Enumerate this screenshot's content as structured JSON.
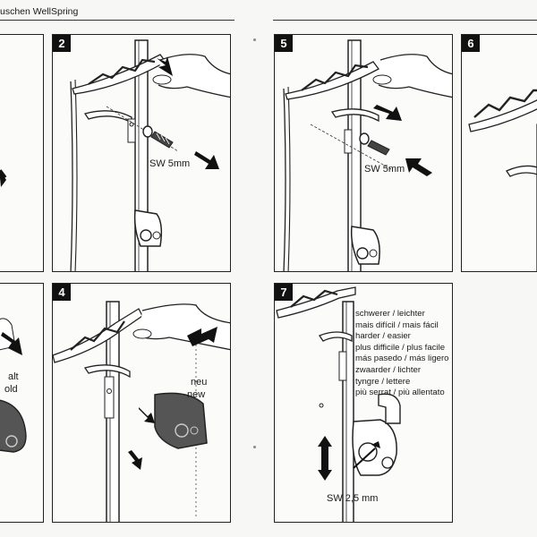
{
  "header": {
    "title": "uschen WellSpring"
  },
  "panels": [
    {
      "id": "p1",
      "number": ""
    },
    {
      "id": "p2",
      "number": "2",
      "label": "SW 5mm"
    },
    {
      "id": "p5",
      "number": "5",
      "label": "SW 5mm"
    },
    {
      "id": "p6",
      "number": "6"
    },
    {
      "id": "p3",
      "number": "",
      "label_alt": "alt",
      "label_old": "old"
    },
    {
      "id": "p4",
      "number": "4",
      "label_neu": "neu",
      "label_new": "new"
    },
    {
      "id": "p7",
      "number": "7",
      "label": "SW 2,5 mm",
      "lines": [
        "schwerer / leichter",
        "mais difícil / mais fácil",
        "harder / easier",
        "plus difficile / plus facile",
        "más pasedo / más ligero",
        "zwaarder / lichter",
        "tyngre / lettere",
        "più serrat / più allentato"
      ]
    }
  ]
}
